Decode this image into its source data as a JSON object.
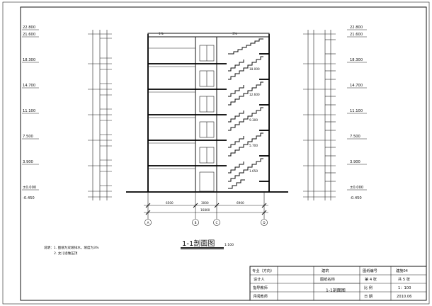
{
  "drawing": {
    "title": "1-1剖面图",
    "scale_note": "1:100",
    "elevations_left": [
      "22.800",
      "21.600",
      "18.300",
      "14.700",
      "11.100",
      "7.500",
      "3.900",
      "±0.000",
      "-0.450"
    ],
    "floor_marks": [
      "18.000",
      "12.600",
      "9.300",
      "5.700",
      "1.650"
    ],
    "axis_labels": [
      "A",
      "B",
      "C",
      "D"
    ],
    "span_dims": [
      "6500",
      "3000",
      "6900"
    ],
    "total_span": "16800",
    "roof_note_left": "1%",
    "roof_note_right": "3%",
    "notes": [
      "说明：1. 图纸为双坡排水，坡度为3%",
      "2. 女儿墙做压顶"
    ]
  },
  "title_block": {
    "row1": [
      "专业（方向）",
      "",
      "建筑",
      "图纸编号",
      "建施04"
    ],
    "row2": [
      "设计人",
      "",
      "图纸名称",
      "第 4 张",
      "共 5 张"
    ],
    "row3": [
      "指导教师",
      "",
      "",
      "比 例",
      "1：100"
    ],
    "row4": [
      "评阅教师",
      "",
      "",
      "日 期",
      "2010.06"
    ],
    "drawing_name": "1-1剖面图"
  }
}
